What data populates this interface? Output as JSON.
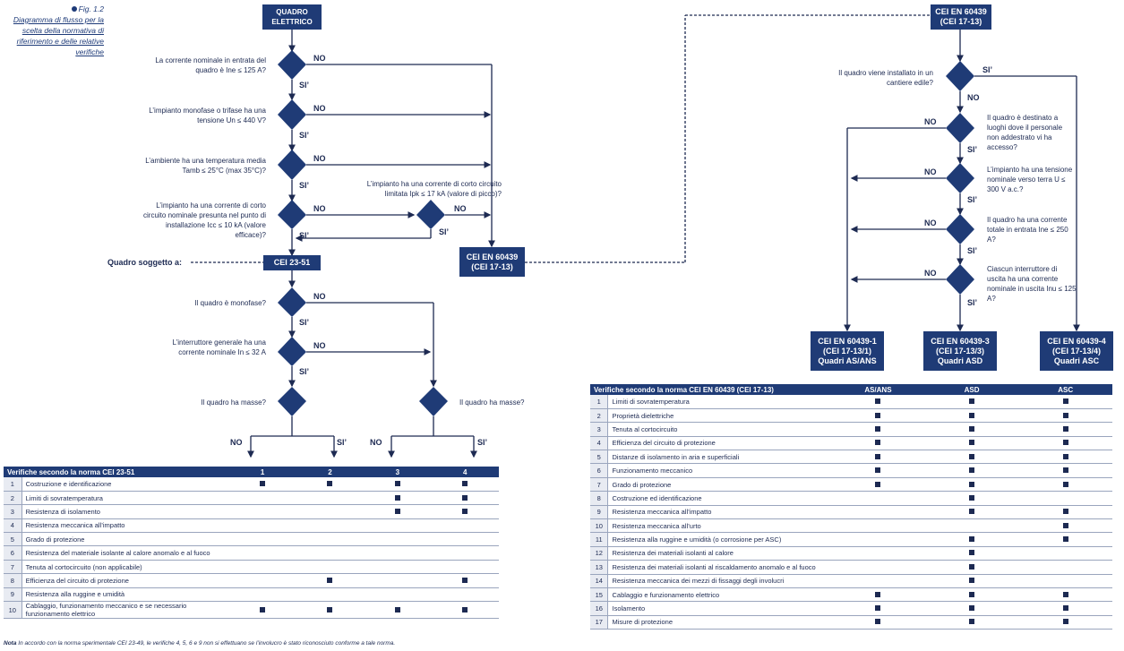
{
  "figure": {
    "label": "Fig. 1.2",
    "caption": "Diagramma di flusso per la scelta della normativa di riferimento e delle relative verifiche"
  },
  "left": {
    "start": "Quadro elettrico",
    "q1": "La corrente nominale in entrata del quadro è Ine ≤ 125 A?",
    "q2": "L’impianto monofase o trifase ha una tensione Un ≤ 440 V?",
    "q3": "L’ambiente ha una temperatura media Tamb ≤ 25°C (max 35°C)?",
    "q4": "L’impianto ha una corrente di corto circuito nominale presunta nel punto di installazione Icc ≤ 10 kA (valore efficace)?",
    "q5": "L’impianto ha una corrente di corto circuito limitata Ipk ≤ 17 kA (valore di picco)?",
    "subject_label": "Quadro soggetto a:",
    "box_cei2351": "CEI 23-51",
    "box_en60439": "CEI EN 60439 (CEI 17-13)",
    "q6": "Il quadro è monofase?",
    "q7": "L’interruttore generale ha una corrente nominale In ≤ 32 A",
    "q8": "Il quadro ha masse?",
    "q9": "Il quadro ha masse?",
    "no": "NO",
    "si": "SI’"
  },
  "right": {
    "start": "CEI EN 60439 (CEI 17-13)",
    "r1": "Il quadro viene installato in un cantiere edile?",
    "r2": "Il quadro è destinato a luoghi dove il personale non addestrato vi ha accesso?",
    "r3": "L’impianto ha una tensione nominale verso terra U ≤ 300 V a.c.?",
    "r4": "Il quadro ha una corrente totale in entrata Ine ≤ 250 A?",
    "r5": "Ciascun interruttore di uscita ha una corrente nominale in uscita Inu ≤ 125 A?",
    "out1": "CEI EN 60439-1 (CEI 17-13/1) Quadri AS/ANS",
    "out3": "CEI EN 60439-3 (CEI 17-13/3) Quadri ASD",
    "out4": "CEI EN 60439-4 (CEI 17-13/4) Quadri ASC"
  },
  "table_left": {
    "header": [
      "Verifiche secondo la norma CEI 23-51",
      "1",
      "2",
      "3",
      "4"
    ],
    "rows": [
      {
        "n": "1",
        "label": "Costruzione e identificazione",
        "marks": [
          1,
          1,
          1,
          1
        ]
      },
      {
        "n": "2",
        "label": "Limiti di sovratemperatura",
        "marks": [
          0,
          0,
          1,
          1
        ]
      },
      {
        "n": "3",
        "label": "Resistenza di isolamento",
        "marks": [
          0,
          0,
          1,
          1
        ]
      },
      {
        "n": "4",
        "label": "Resistenza meccanica all’impatto",
        "marks": [
          0,
          0,
          0,
          0
        ]
      },
      {
        "n": "5",
        "label": "Grado di protezione",
        "marks": [
          0,
          0,
          0,
          0
        ]
      },
      {
        "n": "6",
        "label": "Resistenza del materiale isolante al calore anomalo e al fuoco",
        "marks": [
          0,
          0,
          0,
          0
        ]
      },
      {
        "n": "7",
        "label": "Tenuta al cortocircuito (non applicabile)",
        "marks": [
          0,
          0,
          0,
          0
        ]
      },
      {
        "n": "8",
        "label": "Efficienza del circuito di protezione",
        "marks": [
          0,
          1,
          0,
          1
        ]
      },
      {
        "n": "9",
        "label": "Resistenza alla ruggine e umidità",
        "marks": [
          0,
          0,
          0,
          0
        ]
      },
      {
        "n": "10",
        "label": "Cablaggio, funzionamento meccanico e se necessario funzionamento elettrico",
        "marks": [
          1,
          1,
          1,
          1
        ]
      }
    ]
  },
  "table_right": {
    "header": [
      "Verifiche secondo la norma CEI EN 60439 (CEI 17-13)",
      "AS/ANS",
      "ASD",
      "ASC"
    ],
    "rows": [
      {
        "n": "1",
        "label": "Limiti di sovratemperatura",
        "marks": [
          1,
          1,
          1
        ]
      },
      {
        "n": "2",
        "label": "Proprietà dielettriche",
        "marks": [
          1,
          1,
          1
        ]
      },
      {
        "n": "3",
        "label": "Tenuta al cortocircuito",
        "marks": [
          1,
          1,
          1
        ]
      },
      {
        "n": "4",
        "label": "Efficienza del circuito di protezione",
        "marks": [
          1,
          1,
          1
        ]
      },
      {
        "n": "5",
        "label": "Distanze di isolamento in aria e superficiali",
        "marks": [
          1,
          1,
          1
        ]
      },
      {
        "n": "6",
        "label": "Funzionamento meccanico",
        "marks": [
          1,
          1,
          1
        ]
      },
      {
        "n": "7",
        "label": "Grado di protezione",
        "marks": [
          1,
          1,
          1
        ]
      },
      {
        "n": "8",
        "label": "Costruzione ed identificazione",
        "marks": [
          0,
          1,
          0
        ]
      },
      {
        "n": "9",
        "label": "Resistenza meccanica all’impatto",
        "marks": [
          0,
          1,
          1
        ]
      },
      {
        "n": "10",
        "label": "Resistenza meccanica all’urto",
        "marks": [
          0,
          0,
          1
        ]
      },
      {
        "n": "11",
        "label": "Resistenza alla ruggine e umidità (o corrosione per ASC)",
        "marks": [
          0,
          1,
          1
        ]
      },
      {
        "n": "12",
        "label": "Resistenza dei materiali isolanti al calore",
        "marks": [
          0,
          1,
          0
        ]
      },
      {
        "n": "13",
        "label": "Resistenza dei materiali isolanti al riscaldamento anomalo e al fuoco",
        "marks": [
          0,
          1,
          0
        ]
      },
      {
        "n": "14",
        "label": "Resistenza meccanica dei mezzi di fissaggi degli involucri",
        "marks": [
          0,
          1,
          0
        ]
      },
      {
        "n": "15",
        "label": "Cablaggio e funzionamento elettrico",
        "marks": [
          1,
          1,
          1
        ]
      },
      {
        "n": "16",
        "label": "Isolamento",
        "marks": [
          1,
          1,
          1
        ]
      },
      {
        "n": "17",
        "label": "Misure di protezione",
        "marks": [
          1,
          1,
          1
        ]
      }
    ]
  },
  "note": {
    "prefix": "Nota",
    "text": " In accordo con la norma sperimentale CEI 23-49, le verifiche 4, 5, 6 e 9 non si effettuano se l’involucro è stato riconosciuto conforme a tale norma."
  }
}
